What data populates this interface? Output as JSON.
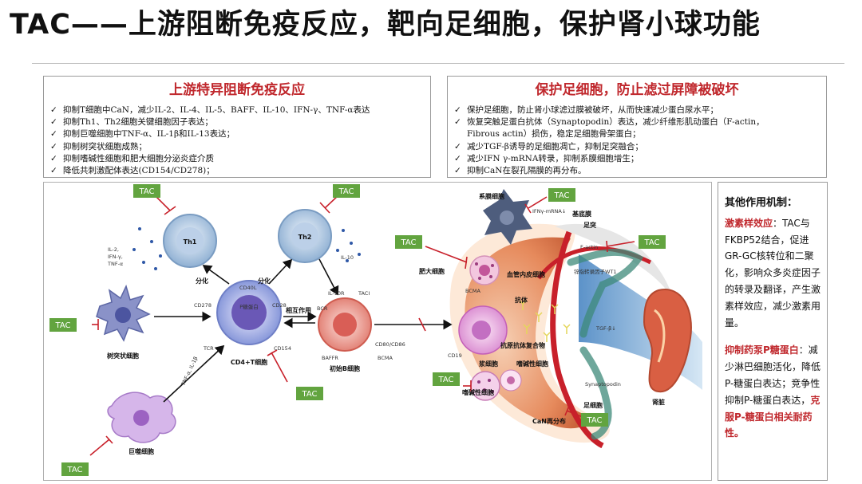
{
  "title": "TAC——上游阻断免疫反应，靶向足细胞，保护肾小球功能",
  "upstream": {
    "heading": "上游特异阻断免疫反应",
    "items": [
      "抑制T细胞中CaN，减少IL-2、IL-4、IL-5、BAFF、IL-10、IFN-γ、TNF-α表达",
      "抑制Th1、Th2细胞关键细胞因子表达；",
      "抑制巨噬细胞中TNF-α、IL-1β和IL-13表达；",
      "抑制树突状细胞成熟；",
      "抑制嗜碱性细胞和肥大细胞分泌炎症介质",
      "降低共刺激配体表达(CD154/CD278)；"
    ]
  },
  "podocyte": {
    "heading": "保护足细胞，防止滤过屏障被破坏",
    "items": [
      "保护足细胞，防止肾小球滤过膜被破坏，从而快速减少蛋白尿水平；",
      "恢复突触足蛋白抗体（Synaptopodin）表达，减少纤维形肌动蛋白（F-actin，",
      "Fibrous actin）损伤，稳定足细胞骨架蛋白；",
      "减少TGF-β诱导的足细胞凋亡，抑制足突融合；",
      "减少IFN γ-mRNA转录，抑制系膜细胞增生；",
      "抑制CaN在裂孔隔膜的再分布。"
    ]
  },
  "diagram": {
    "tac": "TAC",
    "th1": "Th1",
    "th2": "Th2",
    "cd4": "CD4+T细胞",
    "dendritic": "树突状细胞",
    "macrophage": "巨噬细胞",
    "bcell": "初始B细胞",
    "plasma": "浆细胞",
    "mesangial": "系膜细胞",
    "mast": "肥大细胞",
    "basophil": "嗜碱性细胞",
    "basophil_granule": "嗜碱性细胞",
    "endothelial": "血管内皮细胞",
    "antibody": "抗体",
    "complex": "抗原抗体复合物",
    "basement": "基底膜",
    "foot": "足突",
    "podocyte_cell": "足细胞",
    "kidney": "肾脏",
    "factin": "F-actin",
    "wt1": "锌指转录因子WT1",
    "tgf": "TGF-β↓",
    "ifn_mrna": "IFNγ-mRNA↓",
    "synaptopodin": "Synaptopodin",
    "can": "CaN再分布",
    "differentiate": "分化",
    "interact": "相互作用",
    "pcalc": "P糖蛋白",
    "cd40l": "CD40L",
    "cd278": "CD278",
    "cd28": "CD28",
    "tcr": "TCR",
    "cd154": "CD154",
    "bcr": "BCR",
    "il10r": "IL-10R",
    "taci": "TACI",
    "baffr": "BAFFR",
    "bcma": "BCMA",
    "cd80": "CD80/CD86",
    "cd19": "CD19",
    "il10": "IL-10",
    "cytokines_th1": [
      "IL-2,",
      "IFN-γ,",
      "TNF-α"
    ],
    "cytokines_mac": "TNF-α, IL-1β"
  },
  "side": {
    "heading": "其他作用机制：",
    "hormone_label": "激素样效应",
    "hormone_text": "：TAC与FKBP52结合，促进GR-GC核转位和二聚化，影响众多炎症因子的转录及翻译，产生激素样效应，减少激素用量。",
    "pgp_label": "抑制药泵P糖蛋白",
    "pgp_text": "：减少淋巴细胞活化，降低P-糖蛋白表达；竞争性抑制P-糖蛋白表达，",
    "pgp_red": "克服P-糖蛋白相关耐药性。"
  },
  "colors": {
    "accent": "#c0282d",
    "tac_green": "#62a43f"
  }
}
